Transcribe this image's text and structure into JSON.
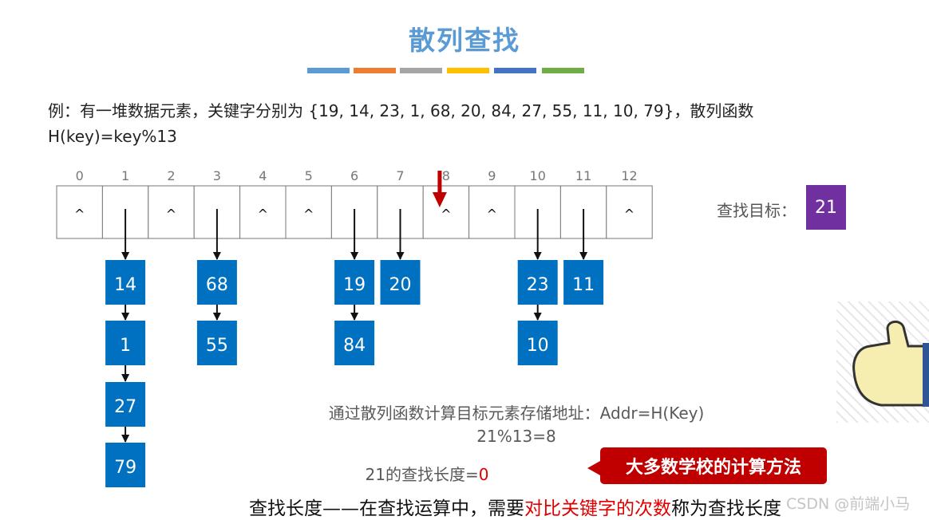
{
  "title": "散列查找",
  "title_bar_colors": [
    "#5b9bd5",
    "#ed7d31",
    "#a5a5a5",
    "#ffc000",
    "#4472c4",
    "#70ad47"
  ],
  "example": {
    "line1": "例：有一堆数据元素，关键字分别为 {19, 14, 23, 1, 68, 20, 84, 27, 55, 11, 10, 79}，散列函数",
    "line2": "H(key)=key%13"
  },
  "table": {
    "indices": [
      "0",
      "1",
      "2",
      "3",
      "4",
      "5",
      "6",
      "7",
      "8",
      "9",
      "10",
      "11",
      "12"
    ],
    "cells": [
      "^",
      "",
      "^",
      "",
      "^",
      "^",
      "",
      "",
      "^",
      "^",
      "",
      "",
      "^"
    ],
    "chains": [
      {
        "index": 1,
        "values": [
          "14",
          "1",
          "27",
          "79"
        ]
      },
      {
        "index": 3,
        "values": [
          "68",
          "55"
        ]
      },
      {
        "index": 6,
        "values": [
          "19",
          "84"
        ]
      },
      {
        "index": 7,
        "values": [
          "20"
        ]
      },
      {
        "index": 10,
        "values": [
          "23",
          "10"
        ]
      },
      {
        "index": 11,
        "values": [
          "11"
        ]
      }
    ],
    "pointer_index": 8
  },
  "target": {
    "label": "查找目标：",
    "value": "21"
  },
  "calculation": {
    "line1": "通过散列函数计算目标元素存储地址：Addr=H(Key)",
    "line2": "21%13=8",
    "line3_prefix": "21的查找长度=",
    "line3_value": "0"
  },
  "callout": "大多数学校的计算方法",
  "definition": {
    "prefix": "查找长度——在查找运算中，需要",
    "highlight": "对比关键字的次数",
    "suffix": "称为查找长度"
  },
  "watermark": "CSDN @前端小马",
  "colors": {
    "title": "#5b9bd5",
    "node": "#0070c0",
    "target": "#7030a0",
    "callout": "#c00000",
    "pointer": "#c00000",
    "highlight": "#e00000"
  }
}
